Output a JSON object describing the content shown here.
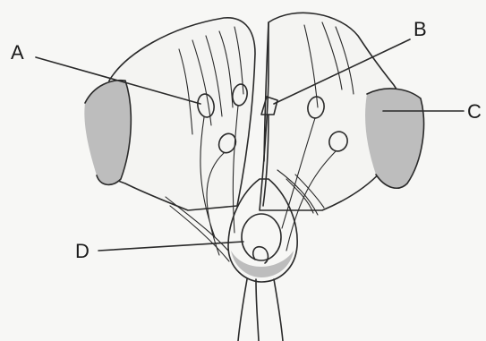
{
  "labels": {
    "a": "A",
    "b": "B",
    "c": "C",
    "d": "D"
  },
  "colors": {
    "ink": "#2a2a2a",
    "shading": "#bdbdbd",
    "paper": "#f7f7f5"
  }
}
